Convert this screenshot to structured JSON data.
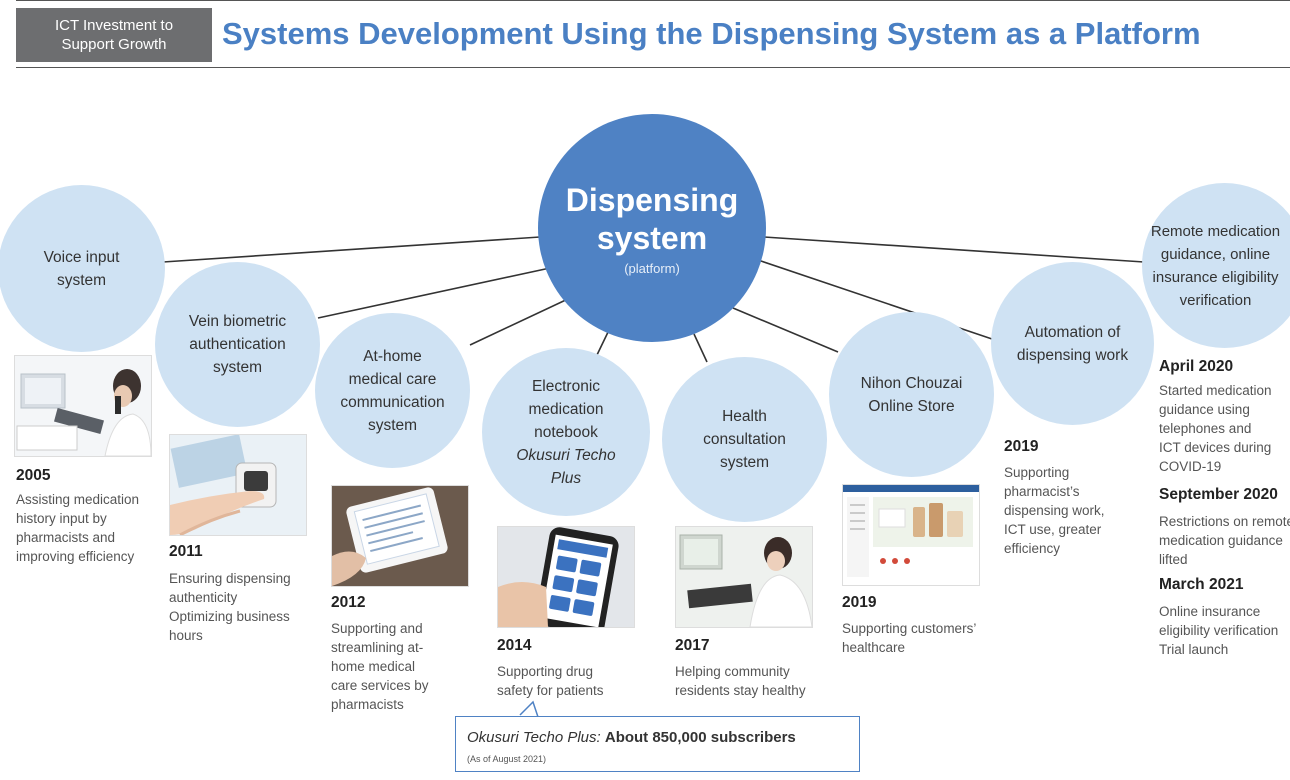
{
  "header": {
    "tag_line1": "ICT Investment to",
    "tag_line2": "Support Growth",
    "title": "Systems Development Using the Dispensing System as a Platform"
  },
  "center": {
    "line1": "Dispensing",
    "line2": "system",
    "sub": "(platform)"
  },
  "items": [
    {
      "lines": [
        "Voice input",
        "system"
      ],
      "year": "2005",
      "desc": [
        "Assisting medication",
        "history input by",
        "pharmacists and",
        "improving efficiency"
      ]
    },
    {
      "lines": [
        "Vein biometric",
        "authentication",
        "system"
      ],
      "year": "2011",
      "desc": [
        "Ensuring dispensing",
        "authenticity",
        "Optimizing business",
        "hours"
      ]
    },
    {
      "lines": [
        "At-home",
        "medical care",
        "communication",
        "system"
      ],
      "year": "2012",
      "desc": [
        "Supporting and",
        "streamlining at-",
        "home medical",
        "care services by",
        "pharmacists"
      ]
    },
    {
      "lines": [
        "Electronic",
        "medication",
        "notebook",
        "Okusuri Techo",
        "Plus"
      ],
      "year": "2014",
      "desc": [
        "Supporting drug",
        "safety for patients"
      ]
    },
    {
      "lines": [
        "Health",
        "consultation",
        "system"
      ],
      "year": "2017",
      "desc": [
        "Helping community",
        "residents stay healthy"
      ]
    },
    {
      "lines": [
        "Nihon Chouzai",
        "Online Store"
      ],
      "year": "2019",
      "desc": [
        "Supporting customers’",
        "healthcare"
      ]
    },
    {
      "lines": [
        "Automation of",
        "dispensing work"
      ],
      "year": "2019",
      "desc": [
        "Supporting",
        "pharmacist’s",
        "dispensing work,",
        "ICT use, greater",
        "efficiency"
      ]
    },
    {
      "lines": [
        "Remote medication",
        "guidance, online",
        "insurance eligibility",
        "verification"
      ],
      "events": [
        {
          "date": "April 2020",
          "desc": [
            "Started medication",
            "guidance using",
            "telephones and",
            "ICT devices during",
            "COVID-19"
          ]
        },
        {
          "date": "September 2020",
          "desc": [
            "Restrictions on remote",
            "medication guidance",
            "lifted"
          ]
        },
        {
          "date": "March 2021",
          "desc": [
            "Online insurance",
            "eligibility verification",
            "Trial launch"
          ]
        }
      ]
    }
  ],
  "callout": {
    "name": "Okusuri Techo Plus:",
    "text": "About 850,000 subscribers",
    "note": "(As of August 2021)"
  },
  "colors": {
    "accent": "#4a80c4",
    "center": "#4f82c4",
    "bubble": "#cfe2f3",
    "tag": "#6d6e70"
  },
  "photos": [
    "person-on-phone-at-computer",
    "finger-vein-scanner",
    "tablet-in-hand",
    "smartphone-app",
    "typing-on-keyboard",
    "online-store-webpage"
  ]
}
